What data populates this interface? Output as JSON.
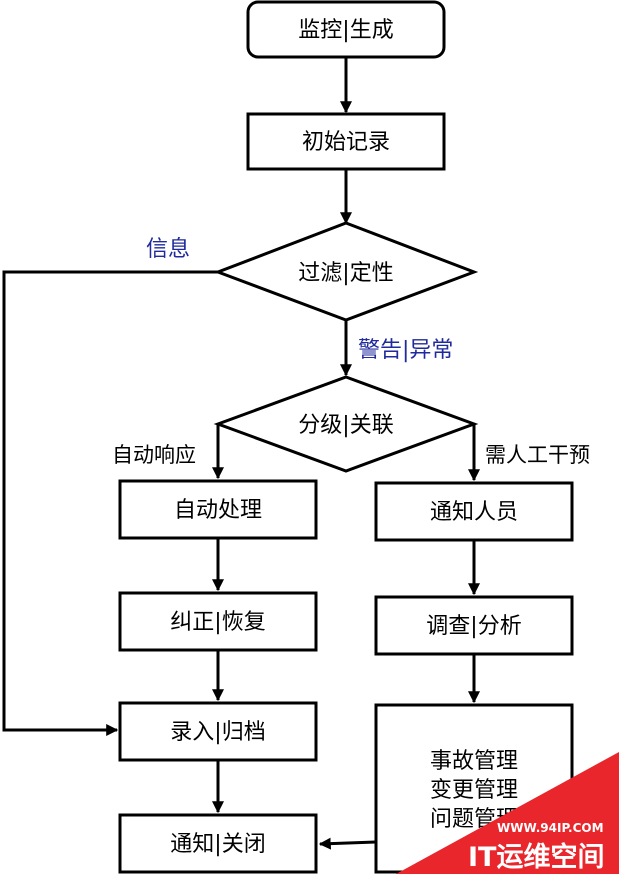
{
  "nodes": {
    "monitor": "监控|生成",
    "initial_record": "初始记录",
    "filter": "过滤|定性",
    "classify": "分级|关联",
    "auto_process": "自动处理",
    "correct": "纠正|恢复",
    "record": "录入|归档",
    "notify_close": "通知|关闭",
    "notify_staff": "通知人员",
    "investigate": "调查|分析",
    "mgmt_line1": "事故管理",
    "mgmt_line2": "变更管理",
    "mgmt_line3": "问题管理"
  },
  "edge_labels": {
    "info": "信息",
    "warning": "警告|异常",
    "auto_response": "自动响应",
    "manual": "需人工干预"
  },
  "watermark": {
    "url": "WWW.94IP.COM",
    "text": "IT运维空间"
  },
  "colors": {
    "stroke": "#000000",
    "edge_label": "#1f2a9c",
    "watermark": "#e8262b"
  }
}
